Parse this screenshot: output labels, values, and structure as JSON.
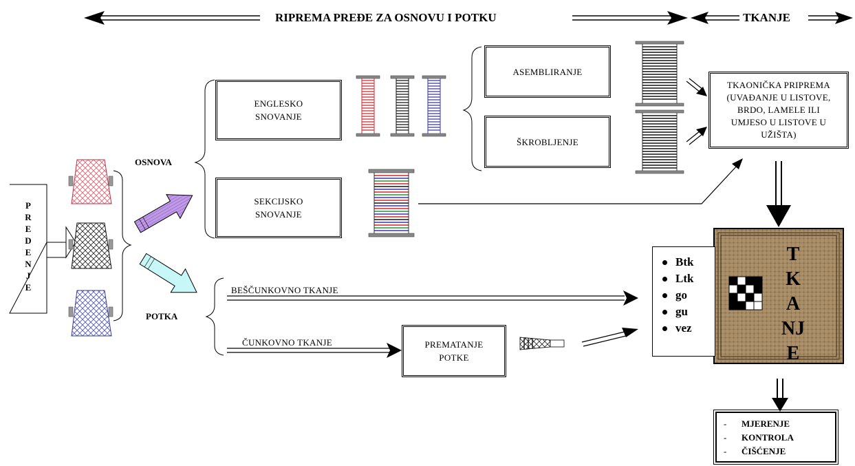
{
  "header": {
    "preparation": "RIPREMA PREĐE ZA OSNOVU I POTKU",
    "weaving": "TKANJE"
  },
  "start": {
    "letters": [
      "P",
      "R",
      "E",
      "D",
      "E",
      "N",
      "J",
      "E"
    ]
  },
  "labels": {
    "osnova": "OSNOVA",
    "potka": "POTKA",
    "shuttleless": "BEŠČUNKOVNO TKANJE",
    "shuttle": "ČUNKOVNO TKANJE"
  },
  "boxes": {
    "english_warping": [
      "ENGLESKO",
      "SNOVANJE"
    ],
    "sectional_warping": [
      "SEKCIJSKO",
      "SNOVANJE"
    ],
    "assembling": "ASEMBLIRANJE",
    "sizing": "ŠKROBLJENJE",
    "weaving_prep": [
      "TKAONIČKA PRIPREMA",
      "(UVAĐANJE U LISTOVE,",
      "BRDO, LAMELE ILI",
      "UMJESO U LISTOVE U",
      "UŽIŠTA)"
    ],
    "rewinding": [
      "PREMATANJE",
      "POTKE"
    ]
  },
  "legend": [
    "Btk",
    "Ltk",
    "go",
    "gu",
    "vez"
  ],
  "fabric": {
    "letters": [
      "T",
      "K",
      "A",
      "NJ",
      "E"
    ]
  },
  "final": [
    "MJERENJE",
    "KONTROLA",
    "ČIŠĆENJE"
  ],
  "colors": {
    "red": "#d4252b",
    "blue": "#3a35a8",
    "green": "#2f8f3a",
    "purple_arrow": "#c09ae6",
    "cyan_arrow": "#c8f7f7",
    "fabric": "#a98e6a"
  }
}
